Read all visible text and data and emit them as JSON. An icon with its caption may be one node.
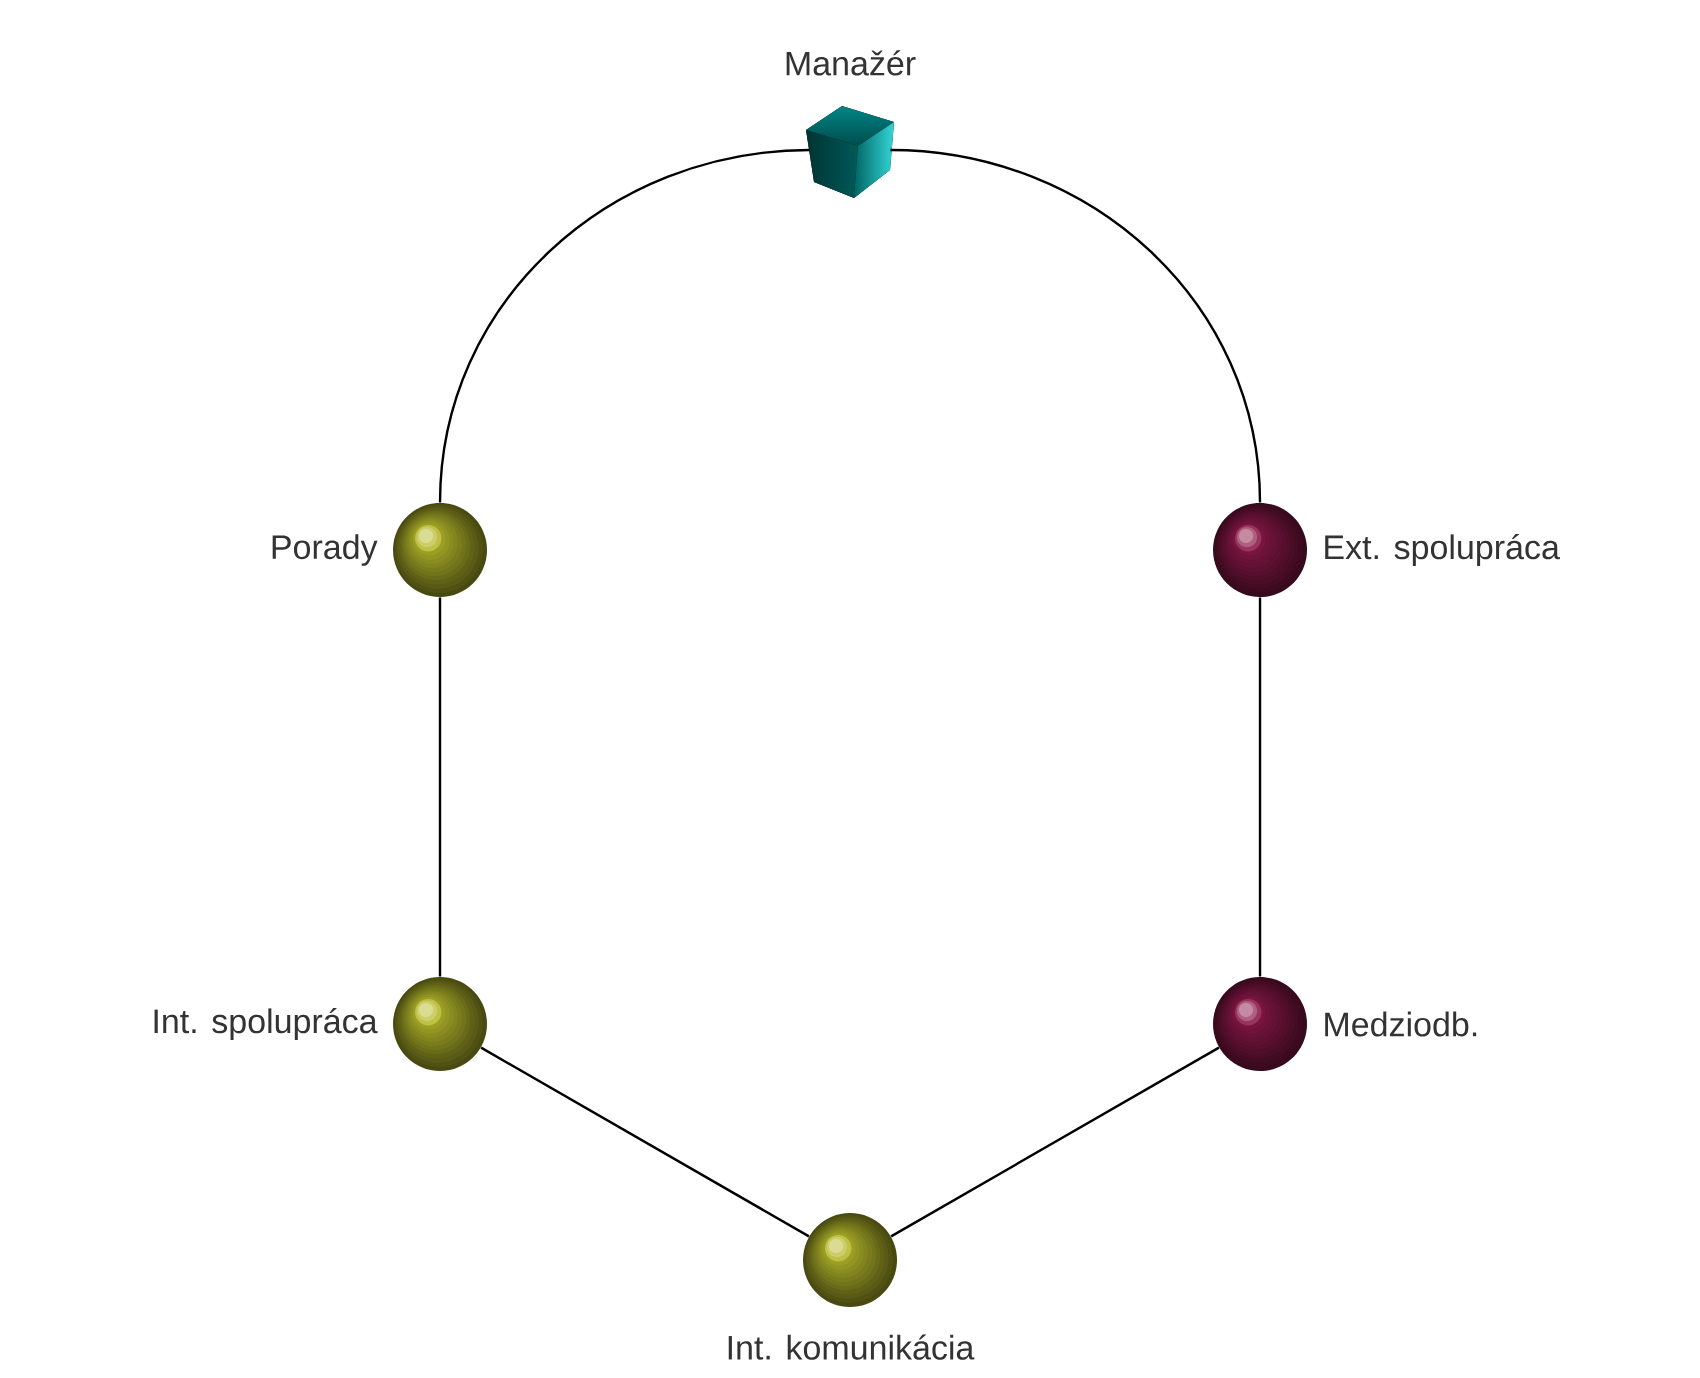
{
  "diagram": {
    "nodes": [
      {
        "text": [
          "Manažér"
        ]
      },
      {
        "text": [
          "Porady"
        ]
      },
      {
        "text": [
          "Ext. spolupráca"
        ]
      },
      {
        "text": [
          "Int. spolupráca"
        ]
      },
      {
        "text": [
          "Medziodb."
        ]
      },
      {
        "text": [
          "Int. komunikácia"
        ]
      }
    ],
    "edges": [
      {
        "from": 0,
        "to": 1,
        "arrow": "none"
      },
      {
        "from": 0,
        "to": 2,
        "arrow": "none"
      },
      {
        "from": 1,
        "to": 3,
        "arrow": "none"
      },
      {
        "from": 2,
        "to": 4,
        "arrow": "none"
      },
      {
        "from": 3,
        "to": 5,
        "arrow": "none"
      },
      {
        "from": 5,
        "to": 4,
        "arrow": "none"
      }
    ]
  }
}
